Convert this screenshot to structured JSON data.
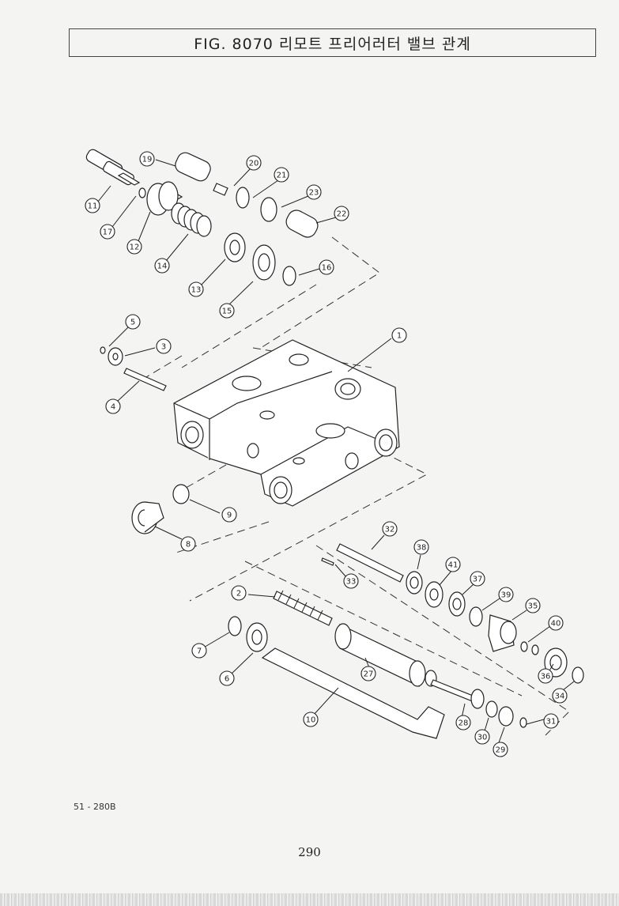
{
  "title": "FIG. 8070 리모트 프리어러터 밸브 관계",
  "ref_code": "51 - 280B",
  "page_number": "290",
  "callouts": [
    "1",
    "2",
    "3",
    "4",
    "5",
    "6",
    "7",
    "8",
    "9",
    "10",
    "11",
    "12",
    "13",
    "14",
    "15",
    "16",
    "17",
    "19",
    "20",
    "21",
    "22",
    "23",
    "27",
    "28",
    "29",
    "30",
    "31",
    "32",
    "33",
    "34",
    "35",
    "36",
    "37",
    "38",
    "39",
    "40",
    "41"
  ]
}
